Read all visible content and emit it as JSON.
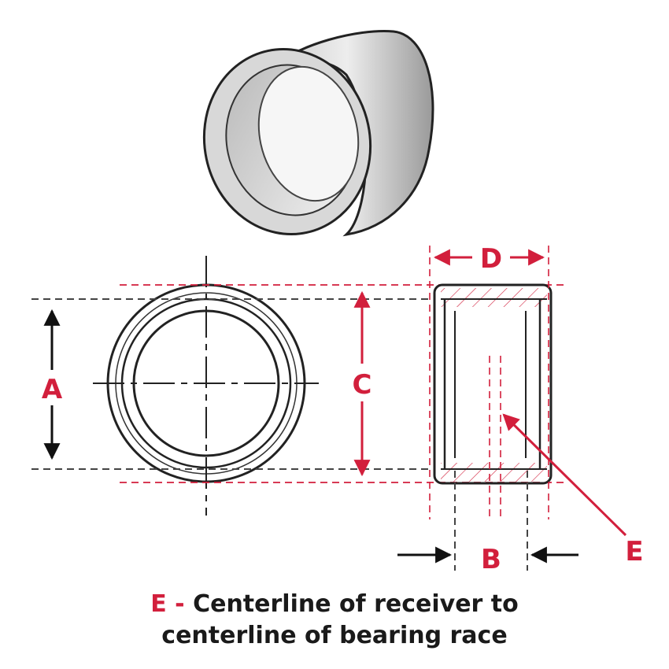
{
  "labels": {
    "a": "A",
    "b": "B",
    "c": "C",
    "d": "D",
    "e": "E"
  },
  "caption": {
    "prefix": "E -",
    "line1": "Centerline of  receiver to",
    "line2": "centerline of bearing race"
  },
  "colors": {
    "accent": "#d21f3c",
    "dark": "#1a1a1a",
    "dashed_gray": "#444444"
  }
}
